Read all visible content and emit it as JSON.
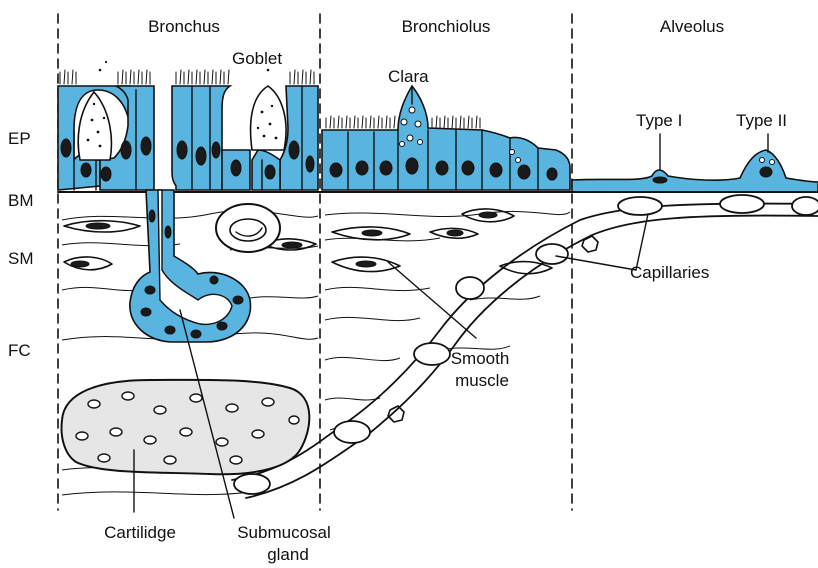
{
  "regions": {
    "bronchus": "Bronchus",
    "bronchiolus": "Bronchiolus",
    "alveolus": "Alveolus"
  },
  "layers": {
    "ep": "EP",
    "bm": "BM",
    "sm": "SM",
    "fc": "FC"
  },
  "labels": {
    "goblet": "Goblet",
    "clara": "Clara",
    "type1": "Type I",
    "type2": "Type II",
    "capillaries": "Capillaries",
    "smooth_muscle_1": "Smooth",
    "smooth_muscle_2": "muscle",
    "cartilage": "Cartilidge",
    "submucosal_1": "Submucosal",
    "submucosal_2": "gland"
  },
  "colors": {
    "epithelium": "#5ab4e0",
    "cartilage": "#e6e6e6",
    "ink": "#111111"
  }
}
